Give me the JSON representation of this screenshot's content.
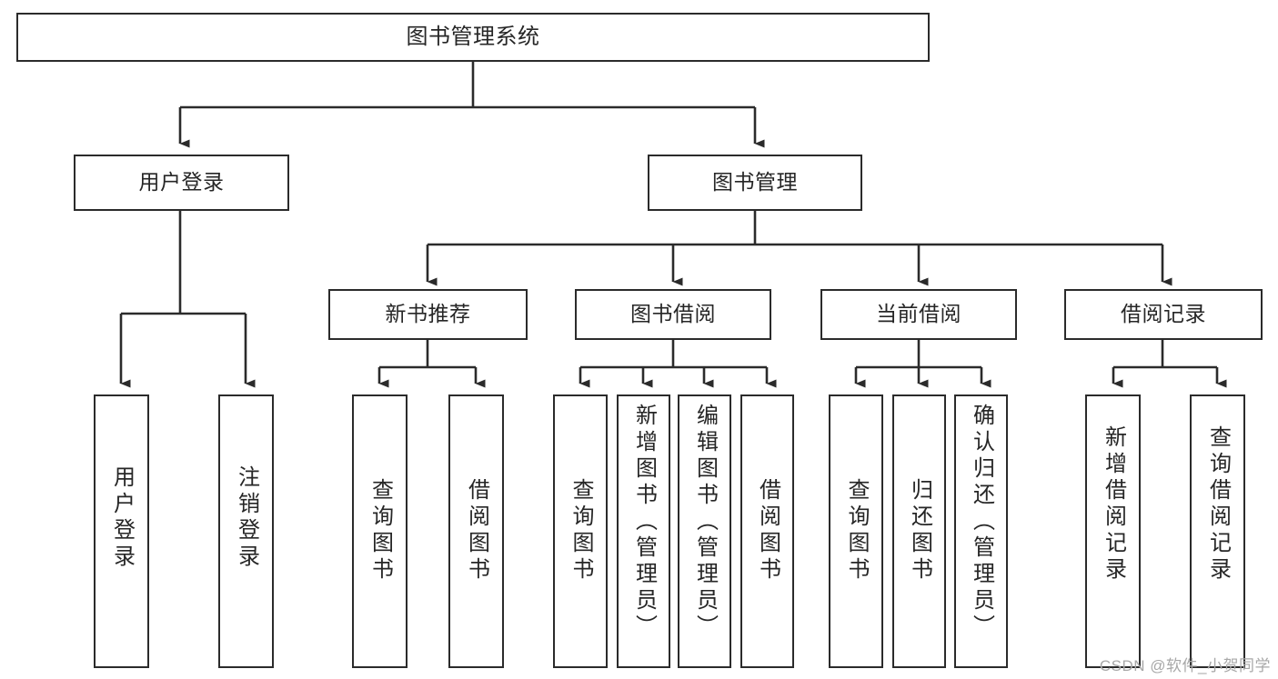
{
  "diagram": {
    "type": "tree-hierarchy",
    "orientation": "top-down",
    "title": "图书管理系统",
    "background_color": "#ffffff",
    "line_color": "#2b2b2b",
    "box_border_color": "#2b2b2b",
    "text_color": "#262626",
    "watermark": "CSDN @软件_小贺同学",
    "levels": {
      "root": {
        "label": "图书管理系统"
      },
      "level2": [
        {
          "label": "用户登录"
        },
        {
          "label": "图书管理"
        }
      ],
      "level3": [
        {
          "label": "新书推荐"
        },
        {
          "label": "图书借阅"
        },
        {
          "label": "当前借阅"
        },
        {
          "label": "借阅记录"
        }
      ],
      "leaves": {
        "user_login": [
          {
            "label": "用户登录"
          },
          {
            "label": "注销登录"
          }
        ],
        "new_book_recommend": [
          {
            "label": "查询图书"
          },
          {
            "label": "借阅图书"
          }
        ],
        "book_borrow": [
          {
            "label": "查询图书"
          },
          {
            "label": "新增图书（管理员）"
          },
          {
            "label": "编辑图书（管理员）"
          },
          {
            "label": "借阅图书"
          }
        ],
        "current_borrow": [
          {
            "label": "查询图书"
          },
          {
            "label": "归还图书"
          },
          {
            "label": "确认归还（管理员）"
          }
        ],
        "borrow_record": [
          {
            "label": "新增借阅记录"
          },
          {
            "label": "查询借阅记录"
          }
        ]
      }
    }
  }
}
